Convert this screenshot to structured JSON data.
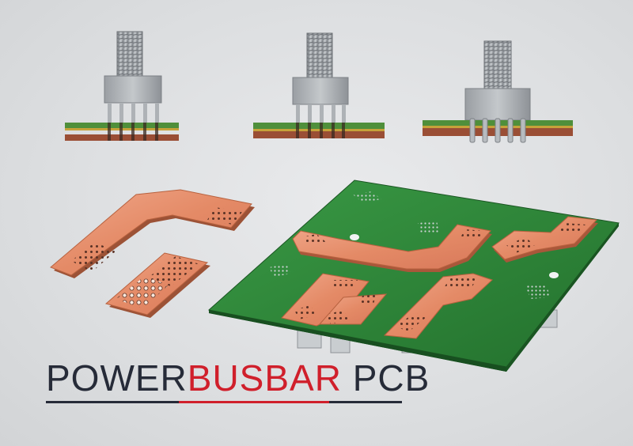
{
  "title": {
    "part1": "POWER",
    "part2": "BUSBAR",
    "part3": " PCB"
  },
  "colors": {
    "background": "#dfe1e3",
    "copper": "#e48a66",
    "pcb_green": "#2f8a3a",
    "title_dark": "#262b38",
    "title_red": "#d01f2b"
  }
}
